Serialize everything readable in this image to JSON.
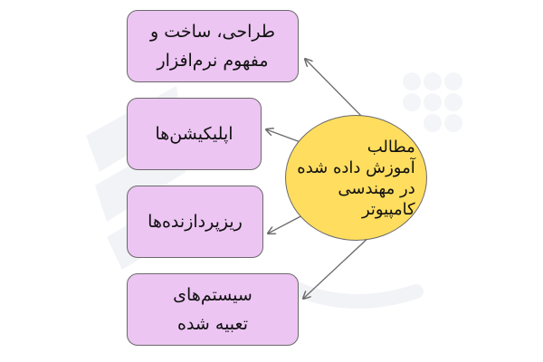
{
  "center": {
    "text": "مطالب\nآموزش داده شده\nدر مهندسی\nکامپیوتر"
  },
  "topics": [
    {
      "text": "طراحی، ساخت و\nمفهوم نرم‌افزار"
    },
    {
      "text": "اپلیکیشن‌ها"
    },
    {
      "text": "ریزپردازنده‌ها"
    },
    {
      "text": "سیستم‌های\nتعبیه شده"
    }
  ],
  "colors": {
    "box_fill": "#ecc5f2",
    "center_fill": "#ffdd5f",
    "stroke": "#6a6a6a"
  }
}
